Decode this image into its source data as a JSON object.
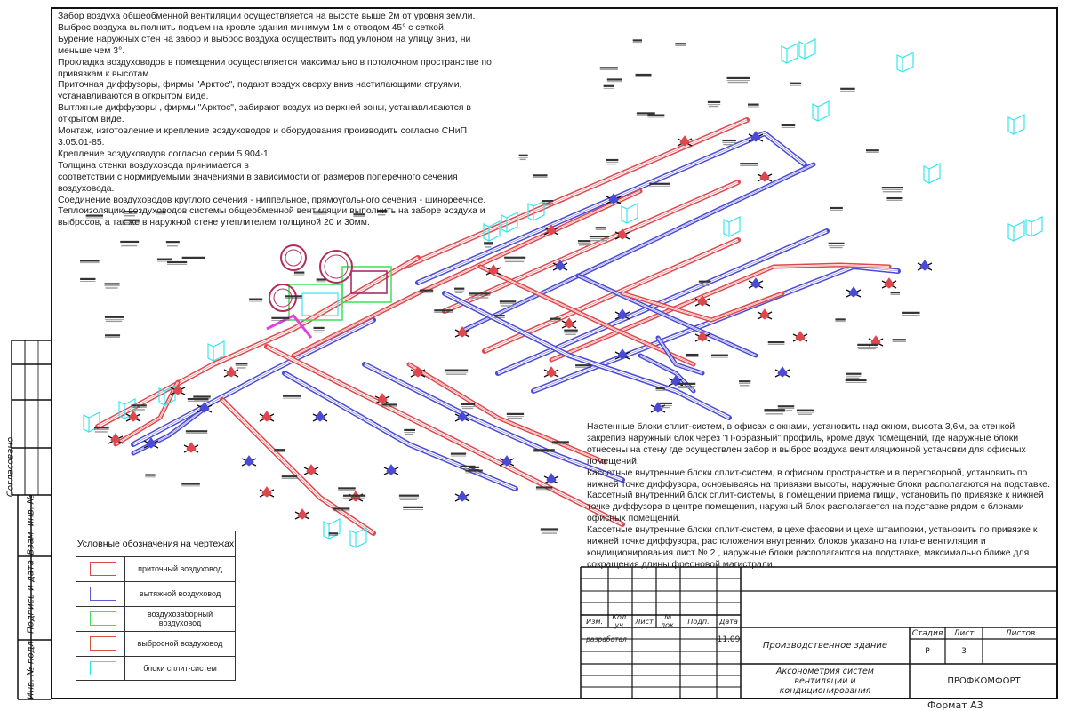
{
  "notes_top": [
    "Забор воздуха общеобменной вентиляции осуществляется на высоте выше 2м от уровня земли.",
    "Выброс воздуха выполнить подъем на кровле здания минимум 1м с отводом 45° с сеткой.",
    "Бурение наружных стен на забор и выброс воздуха осуществить под уклоном на улицу вниз, ни меньше чем 3°.",
    "Прокладка воздуховодов в помещении осуществляется максимально в потолочном пространстве по привязкам к высотам.",
    "Приточная диффузоры, фирмы \"Арктос\", подают воздух сверху вниз настилающими струями, устанавливаются в открытом виде.",
    "Вытяжные диффузоры , фирмы \"Арктос\", забирают воздух из верхней зоны, устанавливаются в открытом виде.",
    "Монтаж, изготовление и крепление воздуховодов и оборудования производить согласно СНиП 3.05.01-85.",
    "Крепление воздуховодов согласно серии 5.904-1.",
    "Толщина стенки воздуховода принимается в",
    "соответствии с нормируемыми значениями в зависимости от размеров поперечного сечения воздуховода.",
    "Соединение воздуховодов круглого сечения - ниппельное, прямоугольного сечения - шинореечное.",
    "Теплоизоляцию воздуховодов системы общеобменной вентиляции выполнить на заборе воздуха и выбросов, а так же в наружной стене утеплителем толщиной 20 и 30мм."
  ],
  "notes_bottom": [
    "Настенные блоки сплит-систем, в офисах с окнами, установить над окном, высота 3,6м, за стенкой закрепив наружный блок через \"П-образный\" профиль, кроме двух помещений, где наружные блоки отнесены на стену где осуществлен забор и выброс воздуха вентиляционной установки для офисных помещений.",
    "Кассетные внутренние блоки сплит-систем, в офисном пространстве и в переговорной, установить по нижней точке диффузора, основываясь на привязки высоты, наружные блоки располагаются на подставке.",
    "Кассетный внутренний блок сплит-системы, в помещении приема пищи, установить по привязке к нижней точке диффузора в центре помещения, наружный блок располагается на подставке рядом с блоками офисных помещений.",
    "Кассетные внутренние блоки сплит-систем, в цехе фасовки и цехе штамповки, установить по привязке к нижней точке диффузора, расположения внутренних блоков указано на плане вентиляции и кондиционирования лист № 2 , наружные блоки располагаются на подставке, максимально ближе для сокращения длины фреоновой магистрали."
  ],
  "legend": {
    "title": "Условные обозначения на чертежах",
    "items": [
      {
        "label": "приточный воздуховод",
        "color": "#e0474c"
      },
      {
        "label": "вытяжной воздуховод",
        "color": "#5a5ad8"
      },
      {
        "label": "воздухозаборный воздуховод",
        "color": "#3fe05a"
      },
      {
        "label": "выбросной воздуховод",
        "color": "#d2553a"
      },
      {
        "label": "блоки сплит-систем",
        "color": "#35e5ee"
      }
    ]
  },
  "side_stamp": {
    "agreed": "Согласовано",
    "replaces_inv": "Взам. инв. №",
    "signature_date": "Подпись и дата",
    "inv_original": "Инв. № подл."
  },
  "title_block": {
    "headers": [
      "Изм.",
      "Кол. уч.",
      "Лист",
      "№ док.",
      "Подп.",
      "Дата"
    ],
    "developer_role": "разработал",
    "date": "11.09",
    "building": "Производственное здание",
    "sheet_title": "Аксонометрия систем вентиляции и кондиционирования",
    "stage_label": "Стадия",
    "sheet_label": "Лист",
    "sheets_label": "Листов",
    "stage": "Р",
    "sheet": "3",
    "company": "ПРОФКОМФОРТ",
    "format": "Формат А3"
  },
  "colors": {
    "supply": "#e0474c",
    "exhaust": "#4a4ad6",
    "intake": "#3fe05a",
    "discharge": "#c43a3a",
    "split": "#35e5ee"
  }
}
